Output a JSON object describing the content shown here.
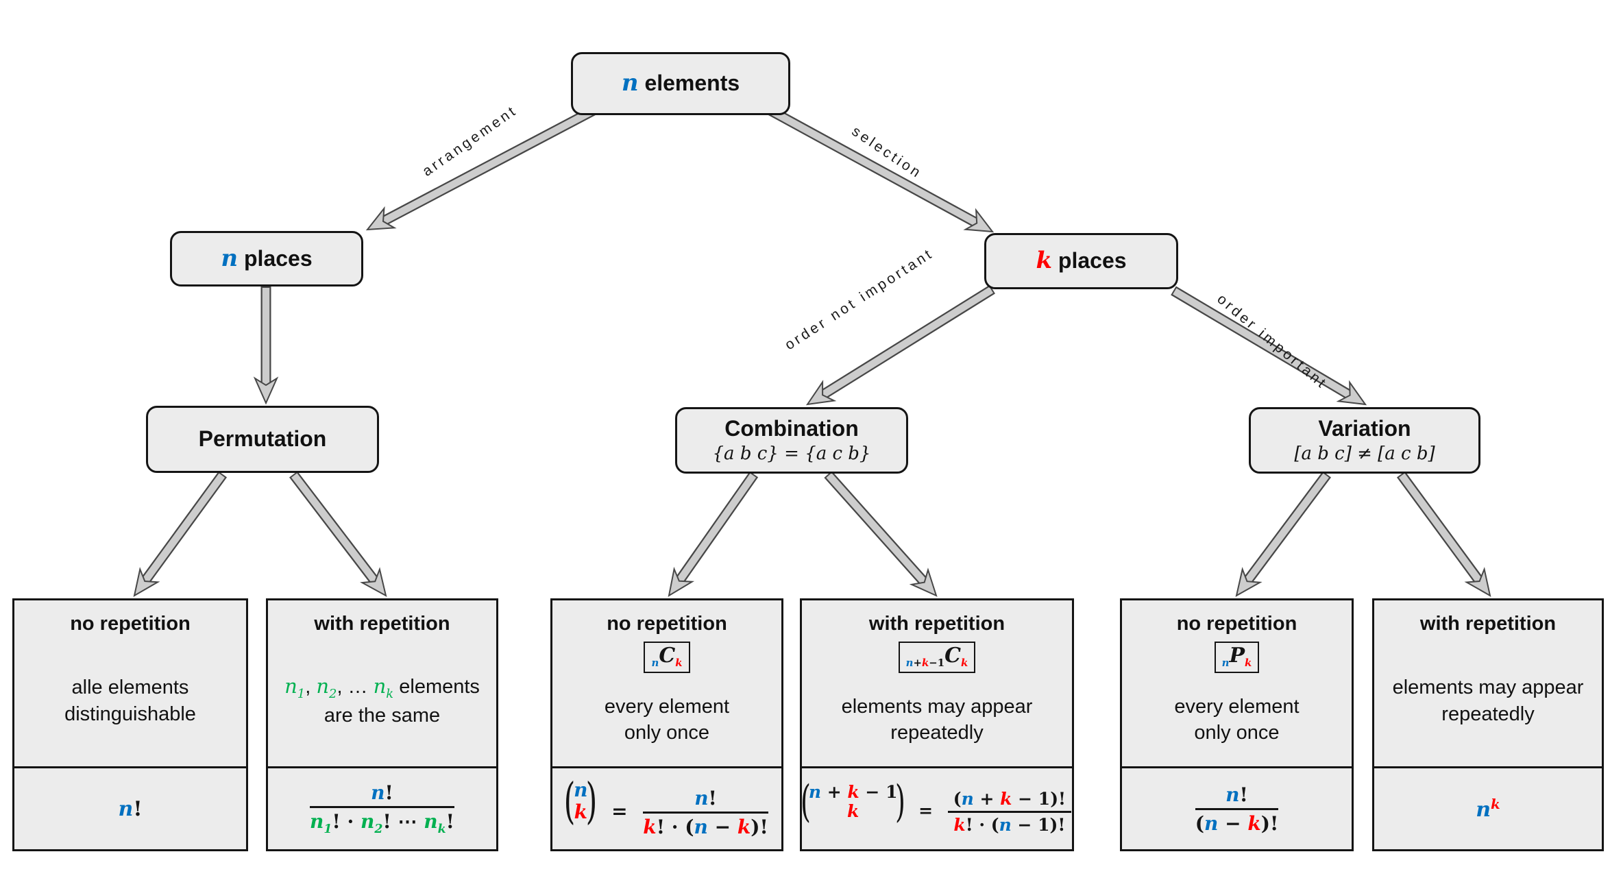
{
  "nodes": {
    "root": {
      "var": "n",
      "text": " elements"
    },
    "n_places": {
      "var": "n",
      "text": " places"
    },
    "k_places": {
      "var": "k",
      "text": " places"
    },
    "permutation": {
      "title": "Permutation"
    },
    "combination": {
      "title": "Combination",
      "subtitle": "{a b c} = {a c b}"
    },
    "variation": {
      "title": "Variation",
      "subtitle": "[a b c] ≠ [a c b]"
    }
  },
  "edge_labels": {
    "arrangement": "arrangement",
    "selection": "selection",
    "order_not_important": "order not important",
    "order_important": "order important"
  },
  "colors": {
    "variable_n": "#0070C0",
    "variable_k": "#FF0000",
    "variable_n_i": "#00B050",
    "box_fill": "#ececec",
    "box_border": "#141414",
    "arrow_fill": "#cdcdcd"
  },
  "leaves": [
    {
      "heading": "no repetition",
      "body_lines": [
        [
          {
            "t": "alle elements"
          }
        ],
        [
          {
            "t": "distinguishable"
          }
        ]
      ],
      "formula": {
        "plain": [
          {
            "t": "n",
            "c": "blue"
          },
          {
            "t": "!"
          }
        ]
      }
    },
    {
      "heading": "with repetition",
      "body_lines": [
        [
          {
            "t": "n",
            "c": "green"
          },
          {
            "t": "1",
            "c": "green",
            "s": "sub"
          },
          {
            "t": ", "
          },
          {
            "t": "n",
            "c": "green"
          },
          {
            "t": "2",
            "c": "green",
            "s": "sub"
          },
          {
            "t": ", … "
          },
          {
            "t": "n",
            "c": "green"
          },
          {
            "t": "k",
            "c": "green",
            "s": "sub"
          },
          {
            "t": " elements"
          }
        ],
        [
          {
            "t": "are the same"
          }
        ]
      ],
      "formula": {
        "num": [
          {
            "t": "n",
            "c": "blue"
          },
          {
            "t": "!"
          }
        ],
        "den": [
          {
            "t": "n",
            "c": "green"
          },
          {
            "t": "1",
            "c": "green",
            "s": "sub"
          },
          {
            "t": "! · "
          },
          {
            "t": "n",
            "c": "green"
          },
          {
            "t": "2",
            "c": "green",
            "s": "sub"
          },
          {
            "t": "! ⋯ "
          },
          {
            "t": "n",
            "c": "green"
          },
          {
            "t": "k",
            "c": "green",
            "s": "sub"
          },
          {
            "t": "!"
          }
        ]
      }
    },
    {
      "heading": "no repetition",
      "badge": [
        {
          "t": "n",
          "c": "blue",
          "s": "sub"
        },
        {
          "t": "C",
          "c": "var"
        },
        {
          "t": "k",
          "c": "red",
          "s": "sub"
        }
      ],
      "body_lines": [
        [
          {
            "t": "every element"
          }
        ],
        [
          {
            "t": "only once"
          }
        ]
      ],
      "formula": {
        "paren_l": "(",
        "paren_r": ")",
        "equals": "=",
        "binom_top": [
          {
            "t": "n",
            "c": "blue"
          }
        ],
        "binom_bot": [
          {
            "t": "k",
            "c": "red"
          }
        ],
        "num": [
          {
            "t": "n",
            "c": "blue"
          },
          {
            "t": "!"
          }
        ],
        "den": [
          {
            "t": "k",
            "c": "red"
          },
          {
            "t": "! · ("
          },
          {
            "t": "n",
            "c": "blue"
          },
          {
            "t": " − "
          },
          {
            "t": "k",
            "c": "red"
          },
          {
            "t": ")!"
          }
        ]
      }
    },
    {
      "heading": "with repetition",
      "badge": [
        {
          "t": "n",
          "c": "blue",
          "s": "sub"
        },
        {
          "t": "+",
          "s": "sub"
        },
        {
          "t": "k",
          "c": "red",
          "s": "sub"
        },
        {
          "t": "−1",
          "s": "sub"
        },
        {
          "t": "C",
          "c": "var"
        },
        {
          "t": "k",
          "c": "red",
          "s": "sub"
        }
      ],
      "body_lines": [
        [
          {
            "t": "elements may appear"
          }
        ],
        [
          {
            "t": "repeatedly"
          }
        ]
      ],
      "formula": {
        "paren_l": "(",
        "paren_r": ")",
        "equals": "=",
        "binom_top": [
          {
            "t": "n",
            "c": "blue"
          },
          {
            "t": " + "
          },
          {
            "t": "k",
            "c": "red"
          },
          {
            "t": " − 1"
          }
        ],
        "binom_bot": [
          {
            "t": "k",
            "c": "red"
          }
        ],
        "num": [
          {
            "t": "("
          },
          {
            "t": "n",
            "c": "blue"
          },
          {
            "t": " + "
          },
          {
            "t": "k",
            "c": "red"
          },
          {
            "t": " − 1)!"
          }
        ],
        "den": [
          {
            "t": "k",
            "c": "red"
          },
          {
            "t": "! · ("
          },
          {
            "t": "n",
            "c": "blue"
          },
          {
            "t": " − 1)!"
          }
        ]
      }
    },
    {
      "heading": "no repetition",
      "badge": [
        {
          "t": "n",
          "c": "blue",
          "s": "sub"
        },
        {
          "t": "P",
          "c": "var"
        },
        {
          "t": "k",
          "c": "red",
          "s": "sub"
        }
      ],
      "body_lines": [
        [
          {
            "t": "every element"
          }
        ],
        [
          {
            "t": "only once"
          }
        ]
      ],
      "formula": {
        "num": [
          {
            "t": "n",
            "c": "blue"
          },
          {
            "t": "!"
          }
        ],
        "den": [
          {
            "t": "("
          },
          {
            "t": "n",
            "c": "blue"
          },
          {
            "t": " − "
          },
          {
            "t": "k",
            "c": "red"
          },
          {
            "t": ")!"
          }
        ]
      }
    },
    {
      "heading": "with repetition",
      "body_lines": [
        [
          {
            "t": "elements may appear"
          }
        ],
        [
          {
            "t": "repeatedly"
          }
        ]
      ],
      "formula": {
        "plain": [
          {
            "t": "n",
            "c": "blue"
          },
          {
            "t": "k",
            "c": "red",
            "s": "sup"
          }
        ]
      }
    }
  ]
}
